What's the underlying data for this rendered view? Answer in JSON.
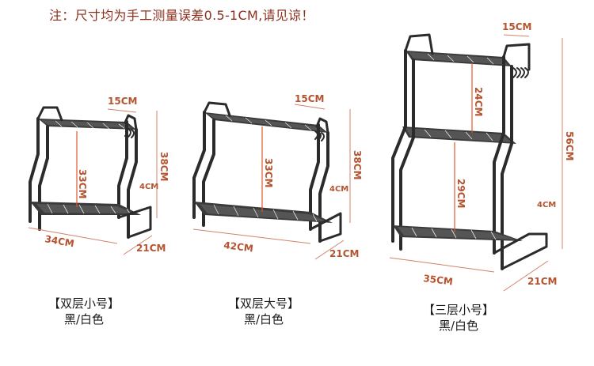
{
  "note": "注：尺寸均为手工测量误差0.5-1CM,请见谅！",
  "products": [
    {
      "name": "【双层小号】",
      "colors": "黑/白色",
      "dims": {
        "hook": "15CM",
        "inner_height": "33CM",
        "height": "38CM",
        "bar": "4CM",
        "width": "34CM",
        "depth": "21CM"
      }
    },
    {
      "name": "【双层大号】",
      "colors": "黑/白色",
      "dims": {
        "hook": "15CM",
        "inner_height": "33CM",
        "height": "38CM",
        "bar": "4CM",
        "width": "42CM",
        "depth": "21CM"
      }
    },
    {
      "name": "【三层小号】",
      "colors": "黑/白色",
      "dims": {
        "hook": "15CM",
        "upper_height": "24CM",
        "lower_height": "29CM",
        "height": "56CM",
        "bar": "4CM",
        "width": "35CM",
        "depth": "21CM"
      }
    }
  ],
  "colors": {
    "frame": "#2b2b2b",
    "dimension": "#b5532e",
    "note": "#8c2f1e"
  }
}
